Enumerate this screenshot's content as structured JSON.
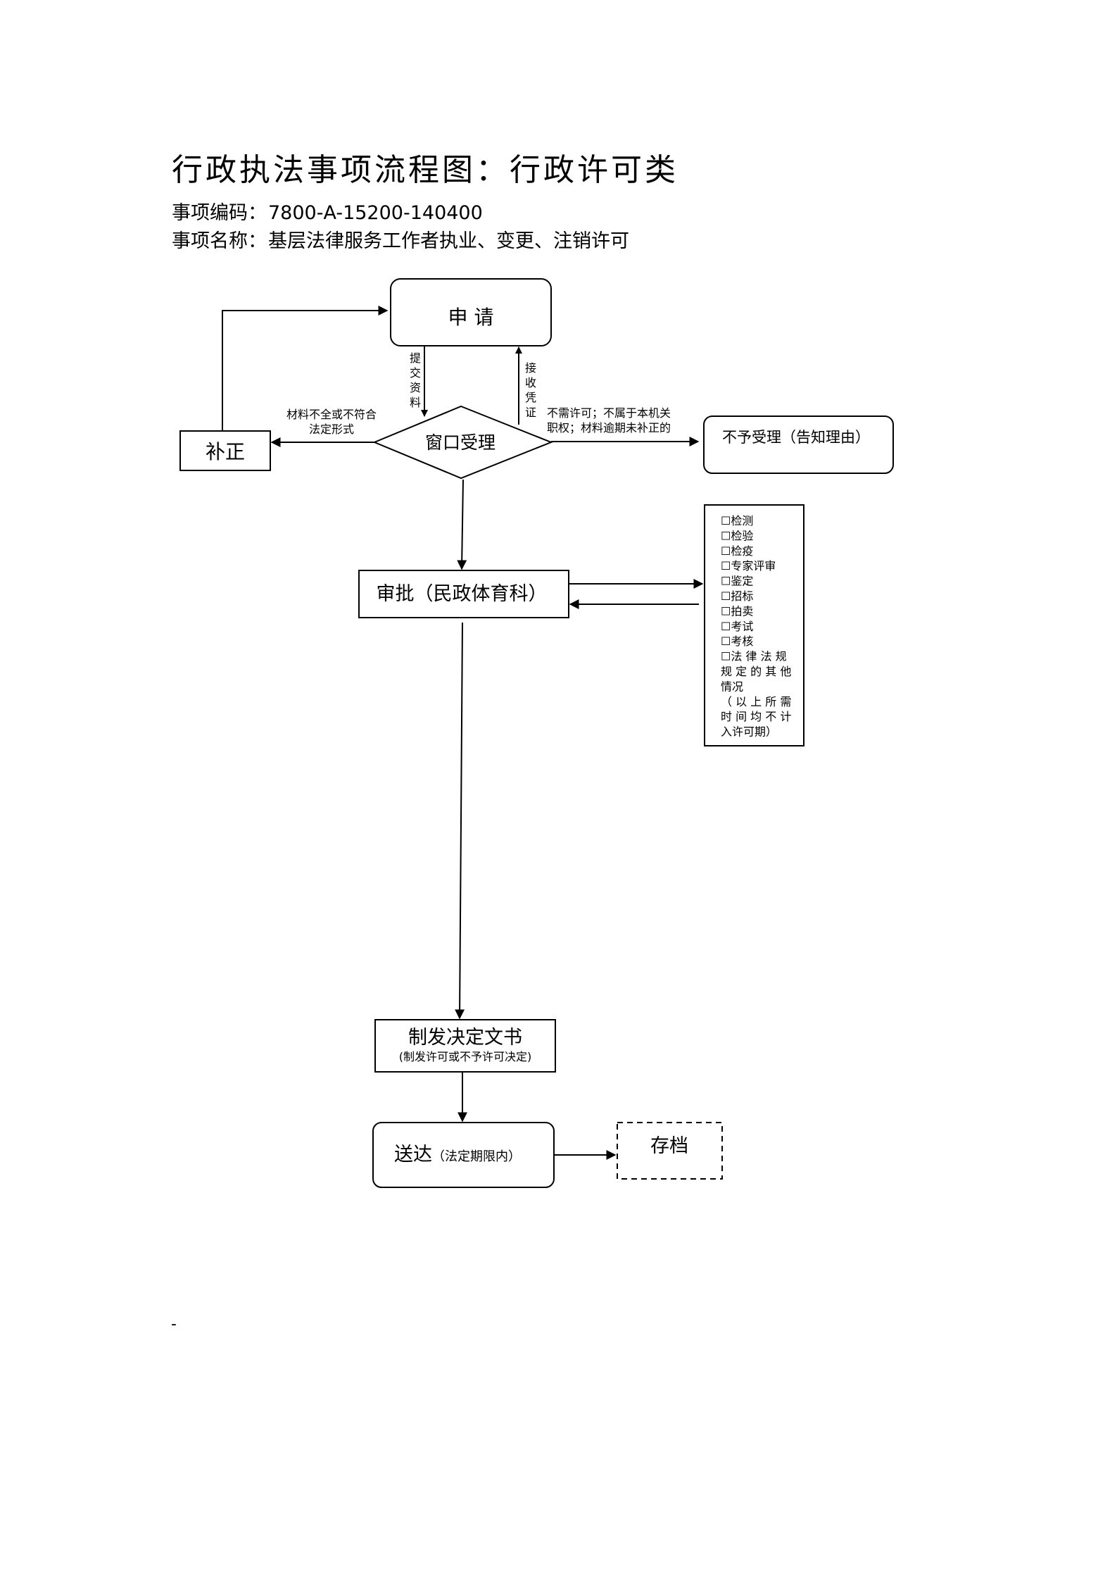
{
  "header": {
    "title": "行政执法事项流程图：行政许可类",
    "code_label": "事项编码：",
    "code_value": "7800-A-15200-140400",
    "name_label": "事项名称：",
    "name_value": "基层法律服务工作者执业、变更、注销许可"
  },
  "nodes": {
    "apply": "申 请",
    "window": "窗口受理",
    "correct": "补正",
    "reject": "不予受理（告知理由）",
    "approve": "审批（民政体育科）",
    "decision": "制发决定文书",
    "decision_note": "(制发许可或不予许可决定)",
    "deliver": "送达",
    "deliver_note": "（法定期限内）",
    "archive": "存档"
  },
  "edge_labels": {
    "submit": [
      "提",
      "交",
      "资",
      "料"
    ],
    "receipt": [
      "接",
      "收",
      "凭",
      "证"
    ],
    "incomplete": [
      "材料不全或不符合",
      "法定形式"
    ],
    "not_accept": [
      "不需许可；不属于本机关",
      "职权；材料逾期未补正的"
    ]
  },
  "checklist": {
    "items": [
      "☐检测",
      "☐检验",
      "☐检疫",
      "☐专家评审",
      "☐鉴定",
      "☐招标",
      "☐拍卖",
      "☐考试",
      "☐考核",
      "☐法 律 法 规",
      "规 定 的 其 他",
      "情况",
      "（ 以 上 所 需",
      "时 间 均 不 计",
      "入许可期）"
    ]
  },
  "footer": {
    "stray_mark": "-"
  }
}
